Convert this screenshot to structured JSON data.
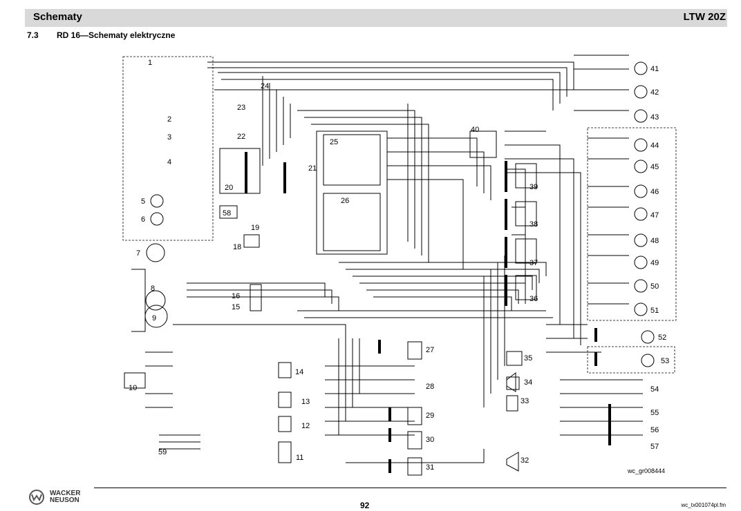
{
  "header": {
    "title": "Schematy",
    "model": "LTW 20Z"
  },
  "section": {
    "number": "7.3",
    "title": "RD 16—Schematy elektryczne"
  },
  "components": [
    "1",
    "2",
    "3",
    "4",
    "5",
    "6",
    "7",
    "8",
    "9",
    "10",
    "11",
    "12",
    "13",
    "14",
    "15",
    "16",
    "18",
    "19",
    "20",
    "21",
    "22",
    "23",
    "24",
    "25",
    "26",
    "27",
    "28",
    "29",
    "30",
    "31",
    "32",
    "33",
    "34",
    "35",
    "36",
    "37",
    "38",
    "39",
    "40",
    "41",
    "42",
    "43",
    "44",
    "45",
    "46",
    "47",
    "48",
    "49",
    "50",
    "51",
    "52",
    "53",
    "54",
    "55",
    "56",
    "57",
    "58",
    "59"
  ],
  "figure_ref": "wc_gr008444",
  "footer": {
    "brand_line1": "WACKER",
    "brand_line2": "NEUSON",
    "page": "92",
    "file_ref": "wc_tx001074pl.fm"
  }
}
